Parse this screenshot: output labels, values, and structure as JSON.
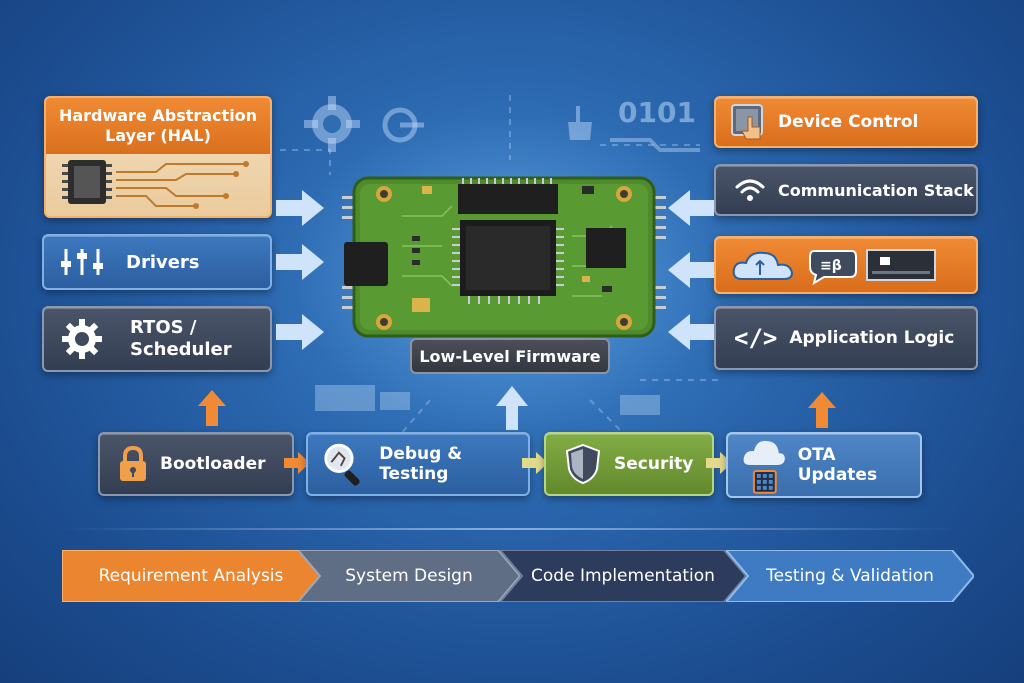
{
  "left_blocks": {
    "hal": "Hardware Abstraction\nLayer (HAL)",
    "drivers": "Drivers",
    "rtos": "RTOS /\nScheduler"
  },
  "right_blocks": {
    "device_control": "Device Control",
    "communication_stack": "Communication Stack",
    "application_logic": "Application Logic"
  },
  "center": {
    "firmware_label": "Low-Level Firmware",
    "ghost_binary": "0101"
  },
  "bottom_row": {
    "bootloader": "Bootloader",
    "debug_testing": "Debug & Testing",
    "security": "Security",
    "ota_updates": "OTA Updates"
  },
  "process_steps": [
    "Requirement Analysis",
    "System Design",
    "Code Implementation",
    "Testing & Validation"
  ],
  "colors": {
    "orange": "#f08a34",
    "blue": "#3d78bf",
    "dark": "#3f4a5e",
    "green": "#82ad45",
    "background": "#2a66ad"
  },
  "icons": [
    "chip-icon",
    "sliders-icon",
    "gear-icon",
    "hand-pointer-icon",
    "wifi-icon",
    "cloud-icon",
    "speech-bubble-icon",
    "code-icon",
    "lock-icon",
    "magnifier-icon",
    "shield-icon",
    "cloud-upload-icon"
  ]
}
